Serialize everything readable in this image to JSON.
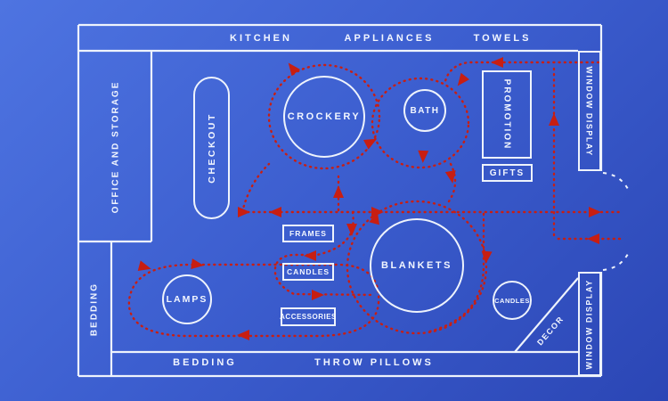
{
  "diagram_type": "store-floor-plan-blueprint",
  "colors": {
    "background_start": "#4e74e1",
    "background_end": "#2b46b5",
    "wall_line": "#eef3fc",
    "flow_path_red": "#c81e12",
    "text": "#f2f6ff"
  },
  "zones": {
    "kitchen": "KITCHEN",
    "appliances": "APPLIANCES",
    "towels": "TOWELS",
    "bedding_bottom": "BEDDING",
    "throw_pillows": "THROW PILLOWS",
    "office_storage": "OFFICE AND STORAGE",
    "bedding_left": "BEDDING",
    "window_display_top": "WINDOW DISPLAY",
    "window_display_bottom": "WINDOW DISPLAY",
    "decor": "DECOR"
  },
  "fixtures": {
    "checkout": "CHECKOUT",
    "crockery": "CROCKERY",
    "bath": "BATH",
    "promotion": "PROMOTION",
    "gifts": "GIFTS",
    "frames": "FRAMES",
    "candles_shelf": "CANDLES",
    "accessories": "ACCESSORIES",
    "blankets": "BLANKETS",
    "lamps": "LAMPS",
    "candles_table": "CANDLES"
  }
}
